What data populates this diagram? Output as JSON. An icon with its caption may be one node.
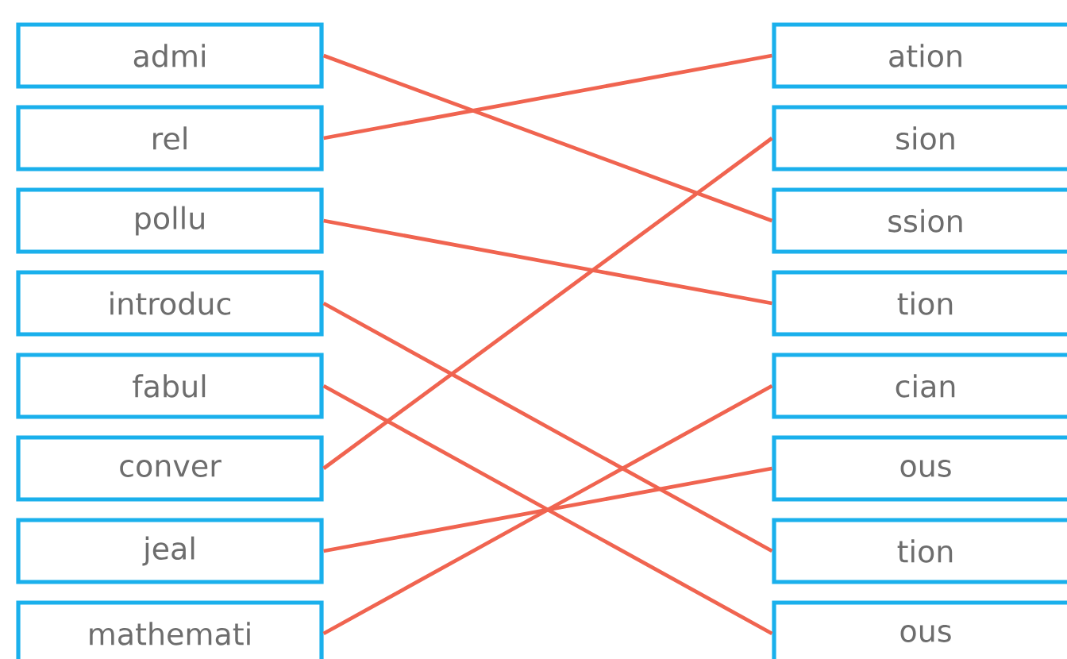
{
  "diagram": {
    "nodes": [
      {
        "text": [
          "admi"
        ]
      },
      {
        "text": [
          "rel"
        ]
      },
      {
        "text": [
          "pollu"
        ]
      },
      {
        "text": [
          "introduc"
        ]
      },
      {
        "text": [
          "fabul"
        ]
      },
      {
        "text": [
          "conver"
        ]
      },
      {
        "text": [
          "jeal"
        ]
      },
      {
        "text": [
          "mathemati"
        ]
      },
      {
        "text": [
          "ation"
        ]
      },
      {
        "text": [
          "sion"
        ]
      },
      {
        "text": [
          "ssion"
        ]
      },
      {
        "text": [
          "tion"
        ]
      },
      {
        "text": [
          "cian"
        ]
      },
      {
        "text": [
          "ous"
        ]
      },
      {
        "text": [
          "tion"
        ]
      },
      {
        "text": [
          "ous"
        ]
      }
    ],
    "edges": [
      {
        "from": 0,
        "to": 10,
        "arrow": "none"
      },
      {
        "from": 1,
        "to": 8,
        "arrow": "none"
      },
      {
        "from": 2,
        "to": 11,
        "arrow": "none"
      },
      {
        "from": 3,
        "to": 14,
        "arrow": "none"
      },
      {
        "from": 4,
        "to": 15,
        "arrow": "none"
      },
      {
        "from": 5,
        "to": 9,
        "arrow": "none"
      },
      {
        "from": 6,
        "to": 13,
        "arrow": "none"
      },
      {
        "from": 7,
        "to": 12,
        "arrow": "none"
      }
    ]
  }
}
